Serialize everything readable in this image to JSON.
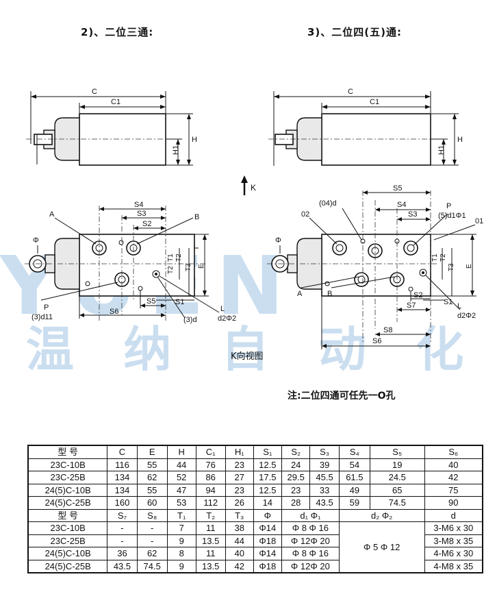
{
  "titles": {
    "left": "2)、二位三通:",
    "right": "3)、二位四(五)通:"
  },
  "k_arrow_label": "K",
  "k_view_caption": "K向视图",
  "note": "注:二位四通可任先一O孔",
  "watermark": {
    "logo_text": "YUEN",
    "cn_text": "温 纳 自 动 化"
  },
  "left_top_view": {
    "C": "C",
    "C1": "C1",
    "H": "H",
    "H1": "H1"
  },
  "right_top_view": {
    "C": "C",
    "C1": "C1",
    "H": "H",
    "H1": "H1"
  },
  "left_k_view": {
    "A": "A",
    "B": "B",
    "P": "P",
    "phi": "Φ",
    "S1": "S1",
    "S2": "S2",
    "S3": "S3",
    "S4": "S4",
    "S5": "S5",
    "S6": "S6",
    "T1": "T1",
    "T2": "T2",
    "T3": "T3",
    "E": "E",
    "L": "L",
    "d11": "(3)d11",
    "d3": "(3)d",
    "d2phi2": "d2Φ2"
  },
  "right_k_view": {
    "A": "A",
    "B": "B",
    "P": "P",
    "phi": "Φ",
    "O1": "01",
    "O2": "02",
    "d04": "(04)d",
    "d1phi1": "(5)d1Φ1",
    "S1": "S1",
    "S2": "S2",
    "S3": "S3",
    "S4": "S4",
    "S5": "S5",
    "S6": "S6",
    "S7": "S7",
    "S8": "S8",
    "T1": "T1",
    "T2": "T2",
    "T3": "T3",
    "E": "E",
    "L": "L",
    "d2phi2": "d2Φ2"
  },
  "table1": {
    "headers": [
      "型 号",
      "C",
      "E",
      "H",
      "C₁",
      "H₁",
      "S₁",
      "S₂",
      "S₃",
      "S₄",
      "S₅",
      "S₆"
    ],
    "rows": [
      [
        "23C-10B",
        "116",
        "55",
        "44",
        "76",
        "23",
        "12.5",
        "24",
        "39",
        "54",
        "19",
        "40"
      ],
      [
        "23C-25B",
        "134",
        "62",
        "52",
        "86",
        "27",
        "17.5",
        "29.5",
        "45.5",
        "61.5",
        "24.5",
        "42"
      ],
      [
        "24(5)C-10B",
        "134",
        "55",
        "47",
        "94",
        "23",
        "12.5",
        "23",
        "33",
        "49",
        "65",
        "75"
      ],
      [
        "24(5)C-25B",
        "160",
        "60",
        "53",
        "112",
        "26",
        "14",
        "28",
        "43.5",
        "59",
        "74.5",
        "90"
      ]
    ]
  },
  "table2": {
    "headers": [
      "型 号",
      "S₇",
      "S₈",
      "T₁",
      "T₂",
      "T₃",
      "Φ",
      "d₁ Φ₁",
      "d₂ Φ₂",
      "d"
    ],
    "rows": [
      [
        "23C-10B",
        "-",
        "-",
        "7",
        "11",
        "38",
        "Φ14",
        "Φ 8  Φ 16",
        "3-M6 x 30"
      ],
      [
        "23C-25B",
        "-",
        "-",
        "9",
        "13.5",
        "44",
        "Φ18",
        "Φ 12Φ 20",
        "3-M8 x 35"
      ],
      [
        "24(5)C-10B",
        "36",
        "62",
        "8",
        "11",
        "40",
        "Φ14",
        "Φ 8  Φ 16",
        "4-M6 x 30"
      ],
      [
        "24(5)C-25B",
        "43.5",
        "74.5",
        "9",
        "13.5",
        "42",
        "Φ18",
        "Φ 12Φ 20",
        "4-M8 x 35"
      ]
    ],
    "merged_d2phi2": "Φ 5  Φ 12"
  }
}
